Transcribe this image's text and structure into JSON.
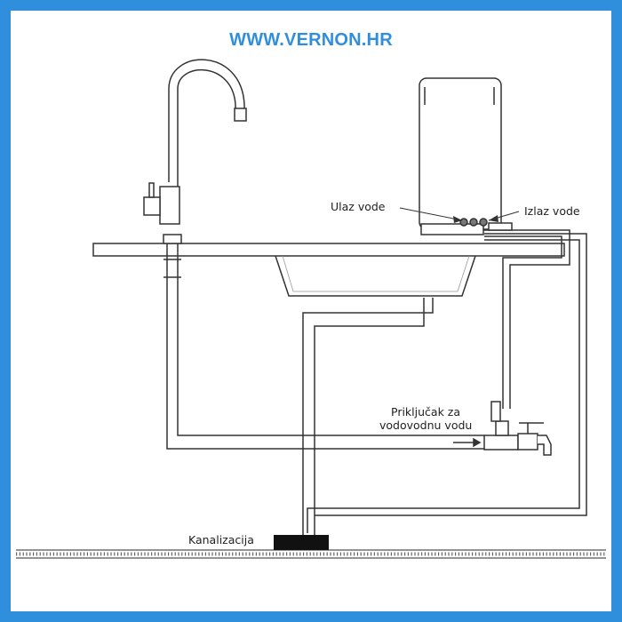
{
  "header": {
    "title": "WWW.VERNON.HR"
  },
  "labels": {
    "water_inlet": "Ulaz vode",
    "water_outlet": "Izlaz vode",
    "supply_connection_line1": "Priključak za",
    "supply_connection_line2": "vodovodnu vodu",
    "drain": "Kanalizacija"
  },
  "colors": {
    "frame": "#2f8fdd",
    "line": "#333333",
    "background": "#ffffff"
  },
  "icons": [
    "faucet-icon",
    "filter-unit-icon",
    "valve-icon",
    "tap-icon",
    "drain-block-icon"
  ]
}
